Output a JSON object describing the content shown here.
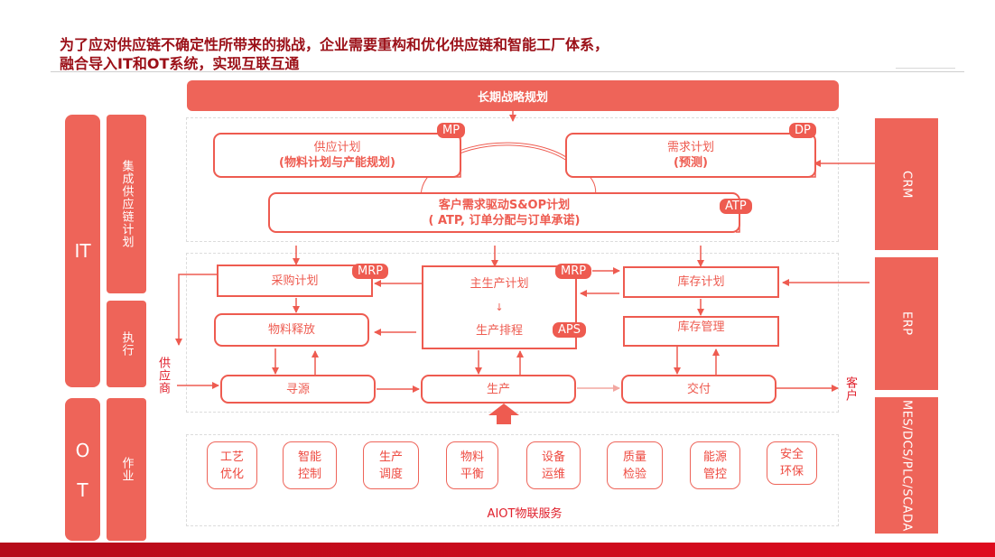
{
  "header": {
    "title_line1": "为了应对供应链不确定性所带来的挑战，企业需要重构和优化供应链和智能工厂体系，",
    "title_line2": "融合导入IT和OT系统，实现互联互通"
  },
  "strategy_bar": {
    "label": "长期战略规划"
  },
  "left_columns": {
    "it": "IT",
    "ot": "O T",
    "integrated_plan": "集成供应链计划",
    "execution": "执行",
    "operation": "作业"
  },
  "right_systems": {
    "crm": "CRM",
    "erp": "ERP",
    "mes": "MES/DCS/PLC/SCADA"
  },
  "planning": {
    "supply_plan": {
      "title": "供应计划",
      "subtitle": "(物料计划与产能规划)",
      "badge": "MP"
    },
    "demand_plan": {
      "title": "需求计划",
      "subtitle": "(预测)",
      "badge": "DP"
    },
    "sop_plan": {
      "title": "客户需求驱动S&OP计划",
      "subtitle": "( ATP, 订单分配与订单承诺)",
      "badge": "ATP"
    }
  },
  "execution": {
    "purchase_plan": {
      "label": "采购计划",
      "badge": "MRP"
    },
    "material_release": {
      "label": "物料释放"
    },
    "sourcing": {
      "label": "寻源"
    },
    "master_production": {
      "label": "主生产计划",
      "sub_label": "生产排程",
      "badge_top": "MRP",
      "badge_bottom": "APS"
    },
    "production": {
      "label": "生产"
    },
    "inventory_plan": {
      "label": "库存计划"
    },
    "inventory_mgmt": {
      "label": "库存管理"
    },
    "delivery": {
      "label": "交付"
    },
    "supplier": "供应商",
    "customer": "客户"
  },
  "aiot": {
    "label": "AIOT物联服务",
    "services": [
      {
        "line1": "工艺",
        "line2": "优化"
      },
      {
        "line1": "智能",
        "line2": "控制"
      },
      {
        "line1": "生产",
        "line2": "调度"
      },
      {
        "line1": "物料",
        "line2": "平衡"
      },
      {
        "line1": "设备",
        "line2": "运维"
      },
      {
        "line1": "质量",
        "line2": "检验"
      },
      {
        "line1": "能源",
        "line2": "管控"
      },
      {
        "line1": "安全",
        "line2": "环保"
      }
    ]
  },
  "colors": {
    "accent": "#ee6459",
    "title": "#9b1018",
    "band": "#c40b1a"
  }
}
